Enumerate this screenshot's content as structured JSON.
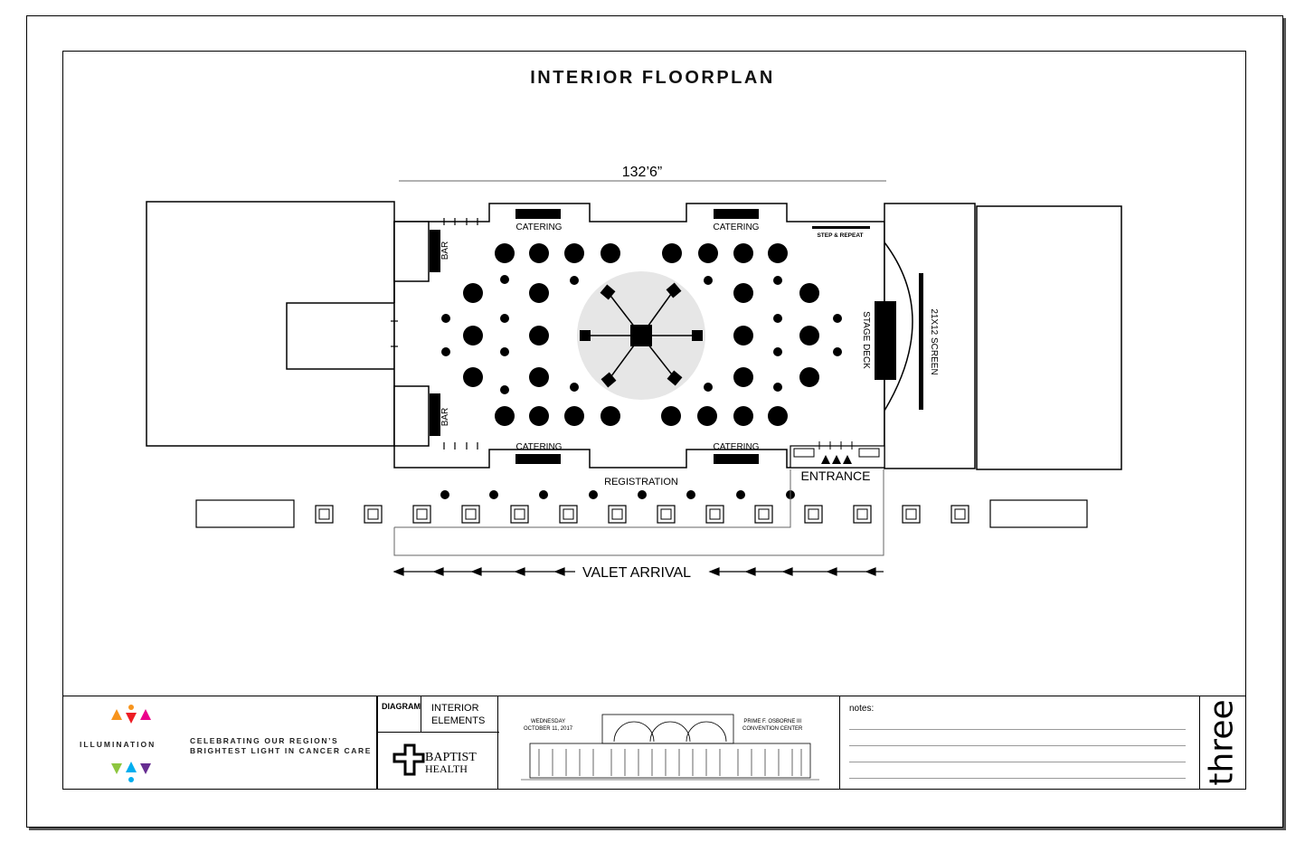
{
  "title": "INTERIOR FLOORPLAN",
  "dimension": "132’6”",
  "labels": {
    "catering": "CATERING",
    "bar": "BAR",
    "step_repeat": "STEP & REPEAT",
    "stage_deck": "STAGE DECK",
    "screen": "21X12 SCREEN",
    "registration": "REGISTRATION",
    "entrance": "ENTRANCE",
    "valet": "VALET ARRIVAL"
  },
  "titleblock": {
    "brand": "ILLUMINATION",
    "tagline_1": "CELEBRATING OUR REGION’S",
    "tagline_2": "BRIGHTEST LIGHT IN CANCER CARE",
    "diagram_label": "DIAGRAM",
    "diagram_value_1": "INTERIOR",
    "diagram_value_2": "ELEMENTS",
    "sponsor_1": "BAPTIST",
    "sponsor_2": "HEALTH",
    "date_1": "WEDNESDAY",
    "date_2": "OCTOBER 11, 2017",
    "venue_1": "PRIME F. OSBORNE III",
    "venue_2": "CONVENTION CENTER",
    "notes": "notes:",
    "sheet": "three"
  },
  "colors": {
    "ink": "#000000",
    "dance_floor": "#e6e6e6",
    "logo": [
      "#f7941d",
      "#ec008c",
      "#8dc63f",
      "#00aeef",
      "#ed1c24",
      "#662d91"
    ]
  }
}
